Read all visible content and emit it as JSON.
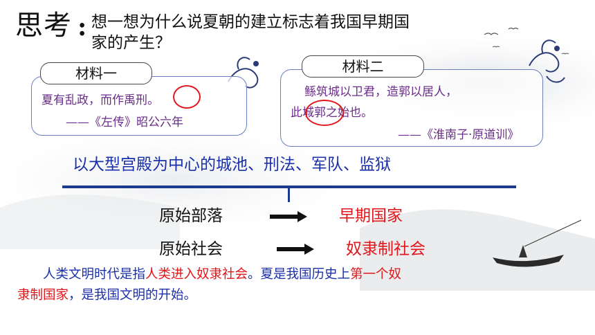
{
  "title": {
    "main": "思考",
    "colon": ":"
  },
  "question": {
    "line1": "想一想为什么说夏朝的建立标志着我国早期国",
    "line2": "家的产生？"
  },
  "material1": {
    "label": "材料一",
    "text": "夏有乱政，而作禹刑。",
    "source": "——《左传》昭公六年"
  },
  "material2": {
    "label": "材料二",
    "line1": "鲧筑城以卫君，造郭以居人，",
    "line2": "此城郭之始也。",
    "source": "——《淮南子·原道训》"
  },
  "summary": "以大型宫殿为中心的城池、刑法、军队、监狱",
  "transitions": [
    {
      "from": "原始部落",
      "to": "早期国家"
    },
    {
      "from": "原始社会",
      "to": "奴隶制社会"
    }
  ],
  "conclusion": {
    "p1": "人类文明时代是指",
    "p2": "人类进入奴隶社会",
    "p3": "。夏是我国历史上",
    "p4": "第一个奴",
    "p5": "隶制国家",
    "p6": "，是我国文明的开始。"
  },
  "colors": {
    "blue": "#1a2fa8",
    "red": "#e0161b",
    "purple": "#6a2c8a",
    "rule": "#1c3b8f"
  }
}
